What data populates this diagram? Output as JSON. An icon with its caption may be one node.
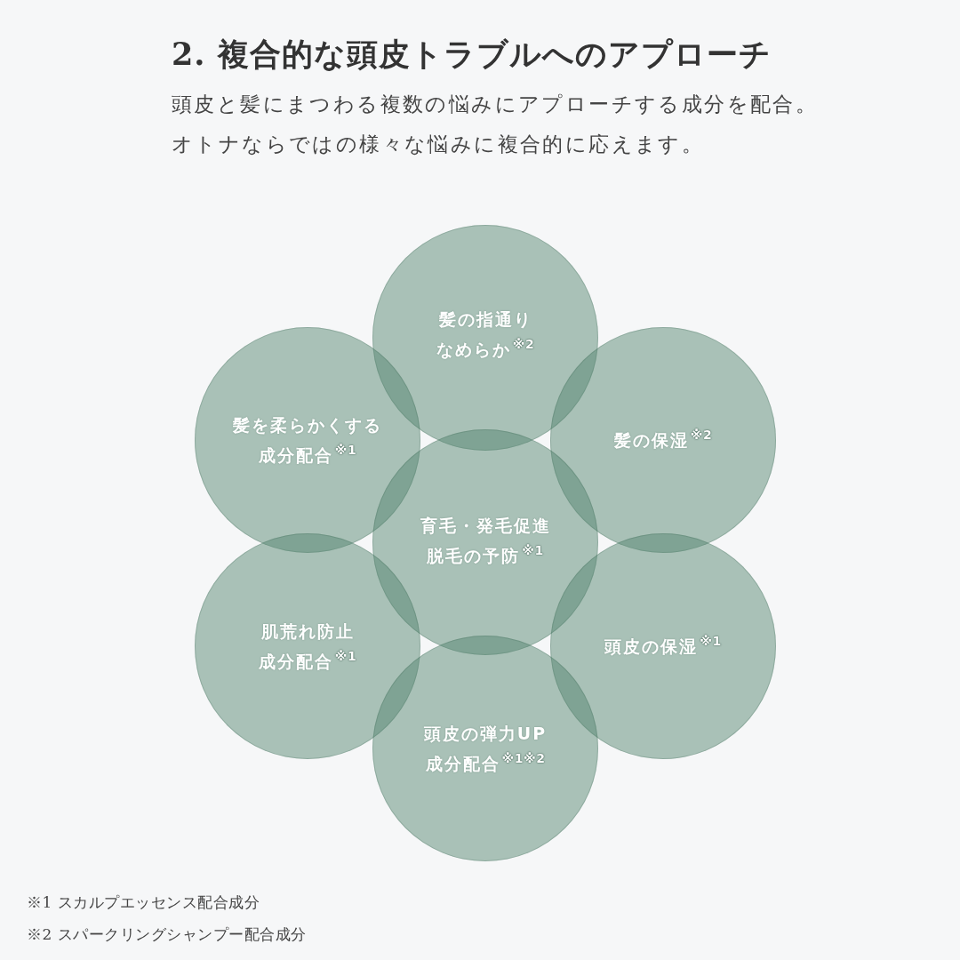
{
  "diagram": {
    "title": "2. 複合的な頭皮トラブルへのアプローチ",
    "nodes": [
      {
        "text": [
          "髪の指通りなめらか$^{※2}$"
        ]
      },
      {
        "text": [
          "髪を柔らかくする成分配合$^{※1}$"
        ]
      },
      {
        "text": [
          "髪の保湿$^{※2}$"
        ]
      },
      {
        "text": [
          "育毛・発毛促進脱毛の予防$^{※1}$"
        ]
      },
      {
        "text": [
          "肌荒れ防止成分配合$^{※1}$"
        ]
      },
      {
        "text": [
          "頭皮の保湿$^{※1}$"
        ]
      },
      {
        "text": [
          "頭皮の弾力UP成分配合$^{※1※2}$"
        ]
      }
    ],
    "labels": [
      "頭皮と髪にまつわる複数の悩みにアプローチする成分を配合。オトナならではの様々な悩みに複合的に応えます。",
      "※1 スカルプエッセンス配合成分",
      "※2 スパークリングシャンプー配合成分"
    ]
  }
}
